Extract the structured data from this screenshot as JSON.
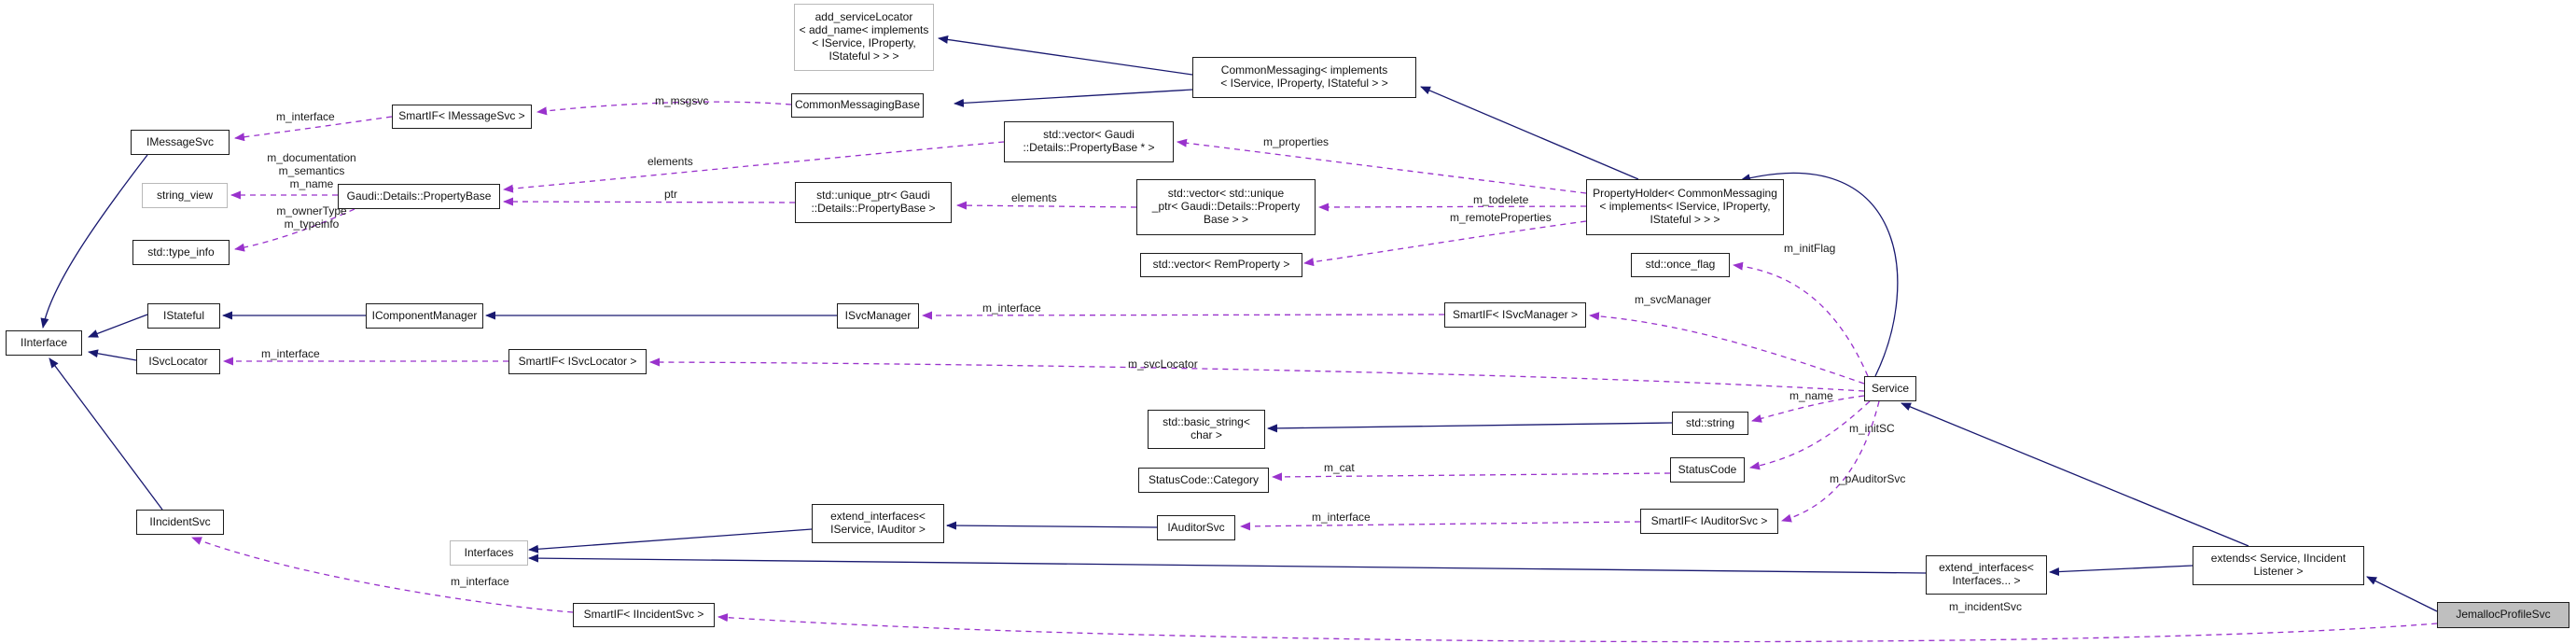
{
  "diagram": {
    "kind": "class-collaboration-graph",
    "main_class": "JemallocProfileSvc",
    "colors": {
      "background": "#ffffff",
      "inheritance_edge": "#191970",
      "usage_edge": "#9932cc",
      "node_border": "#1c1c1c",
      "template_node_border": "#b9b9b9",
      "current_node_fill": "#bfbfbf"
    },
    "nodes": [
      {
        "id": "add-servicelocator",
        "label": "add_serviceLocator\n< add_name< implements\n< IService, IProperty,\nIStateful > > >"
      },
      {
        "id": "common-messaging",
        "label": "CommonMessaging< implements\n< IService, IProperty, IStateful > >"
      },
      {
        "id": "imessagesvc",
        "label": "IMessageSvc"
      },
      {
        "id": "smartif-imessagesvc",
        "label": "SmartIF< IMessageSvc >"
      },
      {
        "id": "common-messaging-base",
        "label": "CommonMessagingBase"
      },
      {
        "id": "vector-propertybase-ptr",
        "label": "std::vector< Gaudi\n::Details::PropertyBase * >"
      },
      {
        "id": "string-view",
        "label": "string_view"
      },
      {
        "id": "propertybase",
        "label": "Gaudi::Details::PropertyBase"
      },
      {
        "id": "unique-ptr-propertybase",
        "label": "std::unique_ptr< Gaudi\n::Details::PropertyBase >"
      },
      {
        "id": "vector-unique-ptr",
        "label": "std::vector< std::unique\n_ptr< Gaudi::Details::Property\nBase > >"
      },
      {
        "id": "property-holder",
        "label": "PropertyHolder< CommonMessaging\n< implements< IService, IProperty,\nIStateful > > >"
      },
      {
        "id": "type-info",
        "label": "std::type_info"
      },
      {
        "id": "vector-remproperty",
        "label": "std::vector< RemProperty >"
      },
      {
        "id": "once-flag",
        "label": "std::once_flag"
      },
      {
        "id": "istateful",
        "label": "IStateful"
      },
      {
        "id": "icomponentmanager",
        "label": "IComponentManager"
      },
      {
        "id": "isvcmanager",
        "label": "ISvcManager"
      },
      {
        "id": "smartif-isvcmanager",
        "label": "SmartIF< ISvcManager >"
      },
      {
        "id": "iinterface",
        "label": "IInterface"
      },
      {
        "id": "isvclocator",
        "label": "ISvcLocator"
      },
      {
        "id": "smartif-isvclocator",
        "label": "SmartIF< ISvcLocator >"
      },
      {
        "id": "service",
        "label": "Service"
      },
      {
        "id": "basic-string",
        "label": "std::basic_string<\nchar >"
      },
      {
        "id": "std-string",
        "label": "std::string"
      },
      {
        "id": "statuscode-category",
        "label": "StatusCode::Category"
      },
      {
        "id": "statuscode",
        "label": "StatusCode"
      },
      {
        "id": "extend-interfaces-iservice-iauditor",
        "label": "extend_interfaces<\nIService, IAuditor >"
      },
      {
        "id": "iauditorsvc",
        "label": "IAuditorSvc"
      },
      {
        "id": "smartif-iauditorsvc",
        "label": "SmartIF< IAuditorSvc >"
      },
      {
        "id": "iincidentsvc",
        "label": "IIncidentSvc"
      },
      {
        "id": "interfaces",
        "label": "Interfaces"
      },
      {
        "id": "extend-interfaces-dots",
        "label": "extend_interfaces<\nInterfaces... >"
      },
      {
        "id": "extends-service-iincidentlistener",
        "label": "extends< Service, IIncident\nListener >"
      },
      {
        "id": "jemallocprofilesvc",
        "label": "JemallocProfileSvc"
      },
      {
        "id": "smartif-iincidentsvc",
        "label": "SmartIF< IIncidentSvc >"
      }
    ],
    "edge_labels": [
      {
        "id": "m-interface-imessagesvc",
        "text": "m_interface"
      },
      {
        "id": "m-msgsvc",
        "text": "m_msgsvc"
      },
      {
        "id": "m-documentation-semantics-name",
        "text": "m_documentation\nm_semantics\nm_name"
      },
      {
        "id": "m-ownertype-typeinfo",
        "text": "m_ownerType\nm_typeinfo"
      },
      {
        "id": "elements-vector-propertybase",
        "text": "elements"
      },
      {
        "id": "ptr",
        "text": "ptr"
      },
      {
        "id": "m-properties",
        "text": "m_properties"
      },
      {
        "id": "elements-vector-uniqueptr",
        "text": "elements"
      },
      {
        "id": "m-todelete",
        "text": "m_todelete"
      },
      {
        "id": "m-remoteproperties",
        "text": "m_remoteProperties"
      },
      {
        "id": "m-initflag",
        "text": "m_initFlag"
      },
      {
        "id": "m-svcmanager",
        "text": "m_svcManager"
      },
      {
        "id": "m-interface-isvcmanager",
        "text": "m_interface"
      },
      {
        "id": "m-svclocator",
        "text": "m_svcLocator"
      },
      {
        "id": "m-interface-isvclocator",
        "text": "m_interface"
      },
      {
        "id": "m-name",
        "text": "m_name"
      },
      {
        "id": "m-initsc",
        "text": "m_initSC"
      },
      {
        "id": "m-cat",
        "text": "m_cat"
      },
      {
        "id": "m-pauditorsvc",
        "text": "m_pAuditorSvc"
      },
      {
        "id": "m-interface-iauditorsvc",
        "text": "m_interface"
      },
      {
        "id": "m-interface-iincidentsvc",
        "text": "m_interface"
      },
      {
        "id": "m-incidentsvc",
        "text": "m_incidentSvc"
      }
    ]
  }
}
